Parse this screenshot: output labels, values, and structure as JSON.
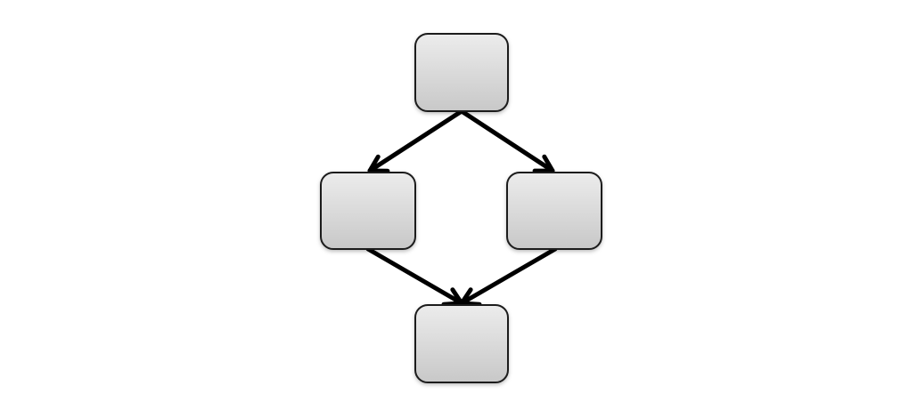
{
  "diagram": {
    "type": "flow",
    "nodes": [
      {
        "label": ""
      },
      {
        "label": ""
      },
      {
        "label": ""
      },
      {
        "label": ""
      }
    ],
    "edges": [
      {
        "from": 0,
        "to": 1
      },
      {
        "from": 0,
        "to": 2
      },
      {
        "from": 1,
        "to": 3
      },
      {
        "from": 2,
        "to": 3
      }
    ],
    "colors": {
      "node_fill_top": "#ececec",
      "node_fill_bottom": "#c8c8c8",
      "node_stroke": "#1a1a1a",
      "edge": "#000000"
    }
  }
}
